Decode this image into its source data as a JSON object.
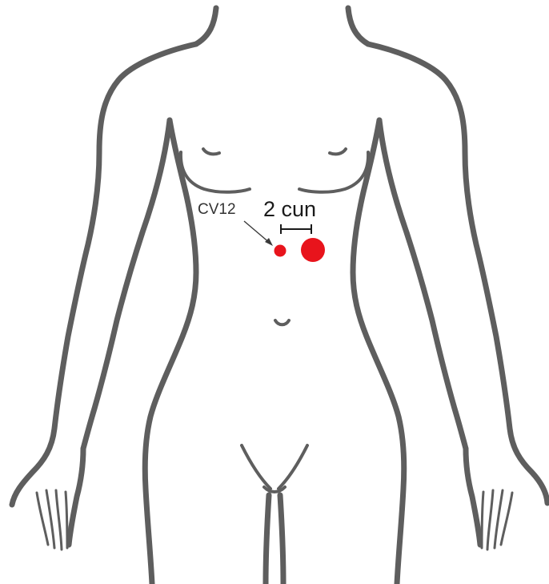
{
  "labels": {
    "point_name": "CV12",
    "distance": "2 cun"
  },
  "colors": {
    "outline": "#5e5e5e",
    "acupoint": "#e8141c",
    "text": "#1a1a1a",
    "background": "#ffffff"
  },
  "acupoints": [
    {
      "name": "CV12",
      "role": "reference point"
    },
    {
      "name": "",
      "role": "target point, 2 cun lateral to CV12"
    }
  ]
}
